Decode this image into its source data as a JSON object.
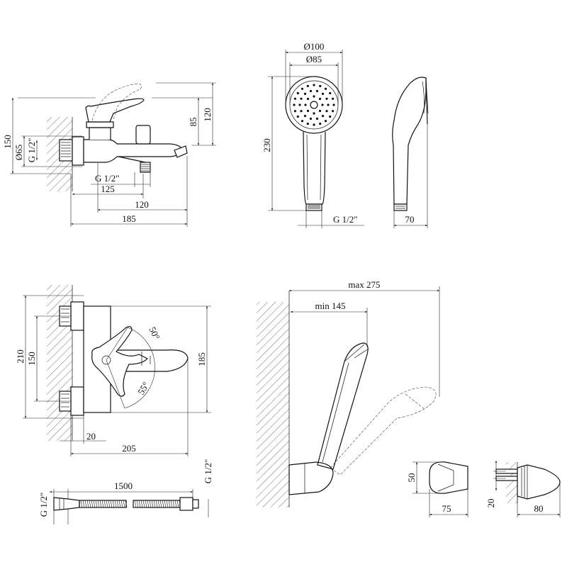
{
  "faucet_side": {
    "dim_150": "150",
    "dim_phi65": "Ø65",
    "dim_g12_left": "G 1/2\"",
    "dim_85": "85",
    "dim_120_vert": "120",
    "dim_g12_bottom": "G 1/2\"",
    "dim_125": "125",
    "dim_120": "120",
    "dim_185": "185"
  },
  "shower_head": {
    "dim_phi100": "Ø100",
    "dim_phi85": "Ø85",
    "dim_230": "230",
    "dim_g12": "G 1/2\"",
    "dim_70": "70"
  },
  "faucet_front": {
    "dim_210": "210",
    "dim_150": "150",
    "dim_185": "185",
    "angle_50": "50°",
    "angle_55": "55°",
    "dim_20": "20",
    "dim_205": "205"
  },
  "wall_holder": {
    "dim_max275": "max 275",
    "dim_min145": "min 145"
  },
  "hose": {
    "dim_g12_left": "G 1/2\"",
    "dim_1500": "1500",
    "dim_g12_right": "G 1/2\""
  },
  "bracket": {
    "dim_50": "50",
    "dim_75": "75",
    "dim_20": "20",
    "dim_80": "80"
  }
}
